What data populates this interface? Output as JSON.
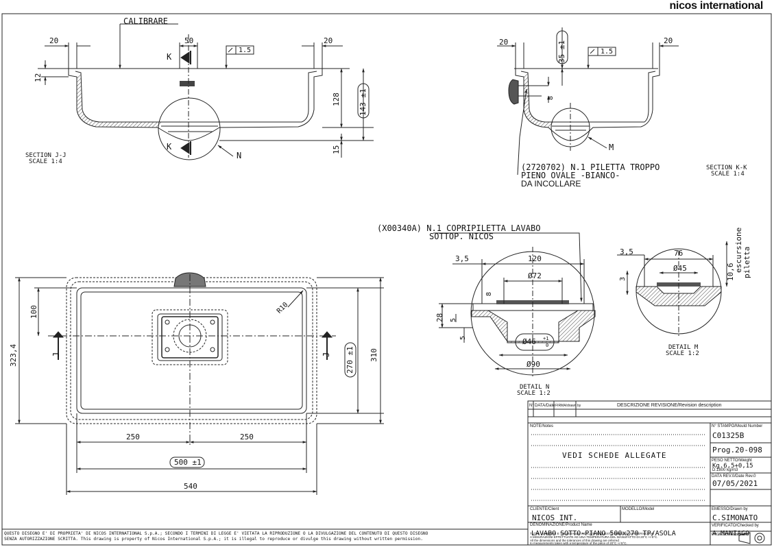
{
  "brand": "nicos international",
  "section_jj": {
    "label_calibrare": "CALIBRARE",
    "dim_20_left": "20",
    "dim_20_right": "20",
    "dim_50": "50",
    "marker_k_top": "K",
    "marker_k_bottom": "K",
    "flatness": "1.5",
    "dim_12": "12",
    "dim_128": "128",
    "dim_143": "143 ±1",
    "dim_15": "15",
    "callout_n": "N",
    "caption_line1": "SECTION J-J",
    "caption_line2": "SCALE 1:4"
  },
  "section_kk": {
    "dim_20_left": "20",
    "dim_20_right": "20",
    "dim_35": "35 ±1",
    "flatness": "1.5",
    "dim_8": "8",
    "callout_m": "M",
    "note_line1": "(2720702) N.1 PILETTA TROPPO",
    "note_line2": "PIENO OVALE -BIANCO-",
    "note_line3": "DA INCOLLARE",
    "caption_line1": "SECTION K-K",
    "caption_line2": "SCALE 1:4"
  },
  "plan": {
    "dim_323": "323,4",
    "dim_100": "100",
    "dim_r10": "R10",
    "dim_270": "270 ±1",
    "dim_310": "310",
    "marker_j_left": "J",
    "marker_j_right": "J",
    "dim_250_left": "250",
    "dim_250_right": "250",
    "dim_500": "500 ±1",
    "dim_540": "540"
  },
  "detail_n": {
    "note_line1": "(X00340A) N.1 COPRIPILETTA LAVABO",
    "note_line2": "SOTTOP. NICOS",
    "dim_3_5": "3,5",
    "dim_120": "120",
    "dim_72": "Ø72",
    "dim_8": "8",
    "dim_28": "28",
    "dim_5a": "5",
    "dim_5b": "5",
    "dim_46": "Ø46",
    "dim_46_tol_upper": "+1",
    "dim_46_tol_lower": "0",
    "dim_90": "Ø90",
    "caption_line1": "DETAIL N",
    "caption_line2": "SCALE 1:2"
  },
  "detail_m": {
    "dim_3_5": "3,5",
    "dim_76": "76",
    "dim_45": "Ø45",
    "dim_3": "3",
    "dim_10_6": "10,6",
    "escursione_line1": "escursione",
    "escursione_line2": "piletta",
    "caption_line1": "DETAIL M",
    "caption_line2": "SCALE 1:2"
  },
  "title_block": {
    "rev_col_n": "N°",
    "rev_col_date": "DATA/Date",
    "rev_col_sign": "FIRMA/drawn by",
    "rev_col_desc": "DESCRIZIONE REVISIONE/Revision description",
    "notes_label": "NOTE/Notes",
    "notes_text": "VEDI SCHEDE ALLEGATE",
    "stamp_label": "N° STAMPO/Mould Number",
    "stamp_value": "C01325B",
    "prog_value": "Prog.20-098",
    "weight_label": "PESO NETTO/Weight",
    "weight_value": "Kg.6,5+0,15",
    "density_value": "D.1800 kg/m3",
    "date_label": "DATA REV.0/Date Rev.0",
    "date_value": "07/05/2021",
    "client_label": "CLIENTE/Client",
    "client_value": "NICOS INT.",
    "model_label": "MODELLO/Model",
    "drawn_label": "EMESSO/Drawn by",
    "drawn_value": "C.SIMONATO",
    "product_label": "DENOMINAZIONE/Product Name",
    "product_value": "LAVABO SOTTO-PIANO 500x270 TP/ASOLA",
    "checked_label": "VERIFICATO/Checked by",
    "checked_value": "A.MANIAGO",
    "tolerance_line1": "TUTTE LE QUOTE E TOLLERANZE INDICATE IN QUESTO DISEGNO SI RIFERISCONO",
    "tolerance_line2": "A MISURAZIONI EFFETTUATE AD UNA TEMPERATURA DEL MANUFATTO DI 20°C +/-5°C.",
    "tolerance_line3": "All the dimensions and the tolerances of this drawing are referred",
    "tolerance_line4": "to measurements taken with a temperature of the piece of 20°C +/-5°C.",
    "projection_label": "PROIEZIONE/Projection"
  },
  "footer_line1": "QUESTO DISEGNO E' DI PROPRIETA' DI NICOS INTERNATIONAL S.p.A.; SECONDO I TERMINI DI LEGGE E' VIETATA LA RIPRODUZIONE O LA DIVULGAZIONE DEL CONTENUTO DI QUESTO DISEGNO",
  "footer_line2": "SENZA AUTORIZZAZIONE SCRITTA. This drawing is property of Nicos International S.p.A.; it is illegal to reproduce or divulge this drawing without written permission."
}
